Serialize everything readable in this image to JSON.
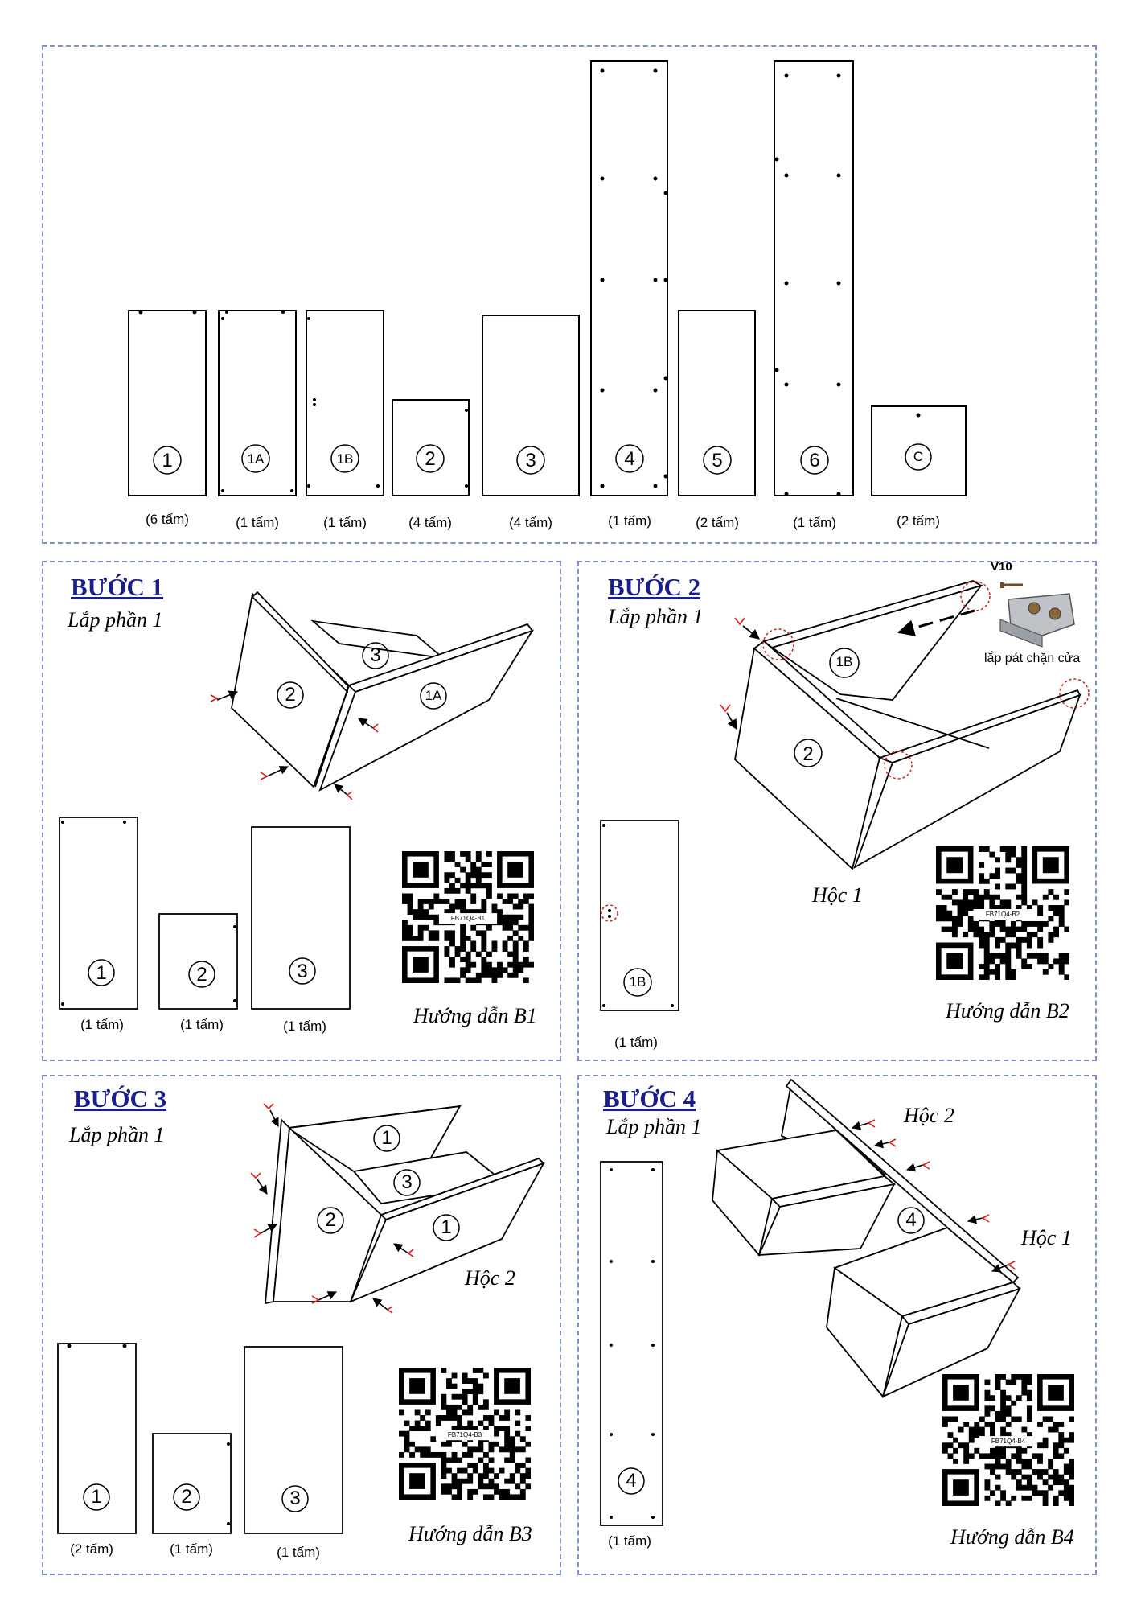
{
  "parts_overview": {
    "panels": [
      {
        "label": "1",
        "qty": "(6 tấm)"
      },
      {
        "label": "1A",
        "qty": "(1 tấm)"
      },
      {
        "label": "1B",
        "qty": "(1 tấm)"
      },
      {
        "label": "2",
        "qty": "(4 tấm)"
      },
      {
        "label": "3",
        "qty": "(4 tấm)"
      },
      {
        "label": "4",
        "qty": "(1 tấm)"
      },
      {
        "label": "5",
        "qty": "(2 tấm)"
      },
      {
        "label": "6",
        "qty": "(1 tấm)"
      },
      {
        "label": "C",
        "qty": "(2 tấm)"
      }
    ]
  },
  "step1": {
    "title": "BƯỚC 1",
    "subtitle": "Lắp phần 1",
    "assembly_labels": [
      "2",
      "3",
      "1A"
    ],
    "parts": [
      {
        "label": "1",
        "qty": "(1 tấm)"
      },
      {
        "label": "2",
        "qty": "(1 tấm)"
      },
      {
        "label": "3",
        "qty": "(1 tấm)"
      }
    ],
    "qr_code": "FB71Q4-B1",
    "guide": "Hướng dẫn B1"
  },
  "step2": {
    "title": "BƯỚC 2",
    "subtitle": "Lắp phần 1",
    "screw_label": "V10",
    "bracket_label": "lắp pát chặn cửa",
    "assembly_labels": [
      "1B",
      "2"
    ],
    "compartment": "Hộc 1",
    "parts": [
      {
        "label": "1B",
        "qty": "(1 tấm)"
      }
    ],
    "qr_code": "FB71Q4-B2",
    "guide": "Hướng dẫn B2"
  },
  "step3": {
    "title": "BƯỚC 3",
    "subtitle": "Lắp phần 1",
    "assembly_labels": [
      "1",
      "3",
      "2",
      "1"
    ],
    "compartment": "Hộc 2",
    "parts": [
      {
        "label": "1",
        "qty": "(2 tấm)"
      },
      {
        "label": "2",
        "qty": "(1 tấm)"
      },
      {
        "label": "3",
        "qty": "(1 tấm)"
      }
    ],
    "qr_code": "FB71Q4-B3",
    "guide": "Hướng dẫn B3"
  },
  "step4": {
    "title": "BƯỚC 4",
    "subtitle": "Lắp phần 1",
    "assembly_labels": [
      "4"
    ],
    "compartment_a": "Hộc 2",
    "compartment_b": "Hộc 1",
    "parts": [
      {
        "label": "4",
        "qty": "(1 tấm)"
      }
    ],
    "qr_code": "FB71Q4-B4",
    "guide": "Hướng dẫn B4"
  }
}
